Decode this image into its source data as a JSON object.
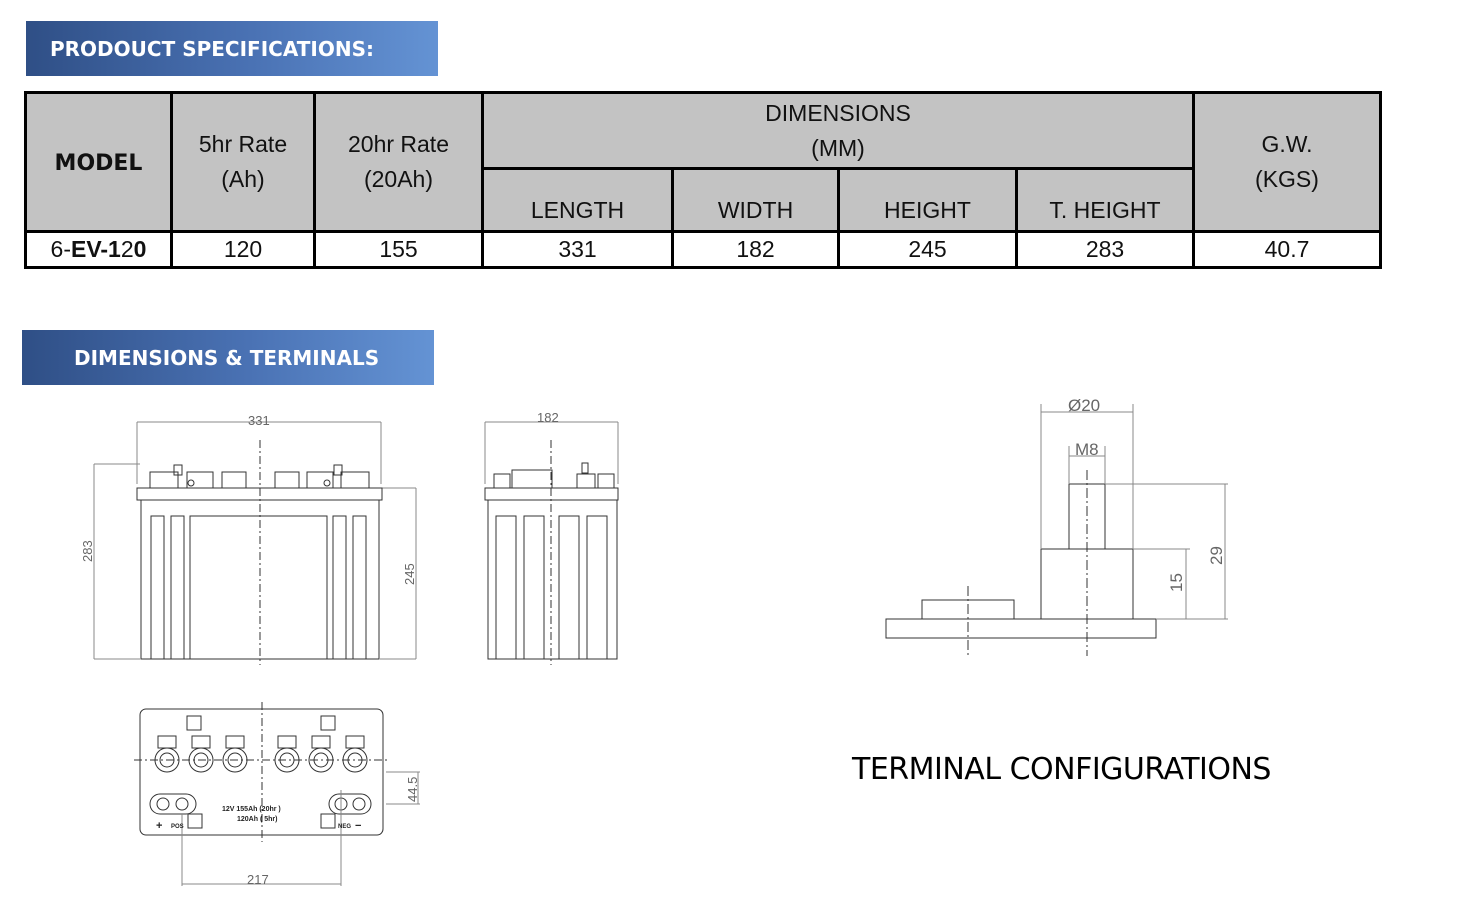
{
  "banners": {
    "spec": "PRODOUCT SPECIFICATIONS:",
    "dims": "DIMENSIONS & TERMINALS"
  },
  "table": {
    "model_header": "MODEL",
    "rate5_header": [
      "5hr Rate",
      "(Ah)"
    ],
    "rate20_header": [
      "20hr Rate",
      "(20Ah)"
    ],
    "dimensions_header": [
      "DIMENSIONS",
      "(MM)"
    ],
    "length_header": "LENGTH",
    "width_header": "WIDTH",
    "height_header": "HEIGHT",
    "theight_header": "T. HEIGHT",
    "gw_header": [
      "G.W.",
      "(KGS)"
    ],
    "row": {
      "model_prefix": "6-",
      "model_bold": "EV-1",
      "model_mid": "2",
      "model_end": "0",
      "rate5": "120",
      "rate20": "155",
      "length": "331",
      "width": "182",
      "height": "245",
      "theight": "283",
      "gw": "40.7"
    }
  },
  "drawings": {
    "front": {
      "width": "331",
      "total_height": "283",
      "height": "245"
    },
    "side": {
      "width": "182"
    },
    "top": {
      "offset": "44.5",
      "spacing": "217",
      "label_line1": "12V  155Ah (20hr )",
      "label_line2": "120Ah ( 5hr)",
      "pos": "POS",
      "neg": "NEG"
    },
    "terminal": {
      "diameter": "Ø20",
      "thread": "M8",
      "total": "29",
      "base": "15"
    }
  },
  "terminal_caption": "TERMINAL CONFIGURATIONS"
}
